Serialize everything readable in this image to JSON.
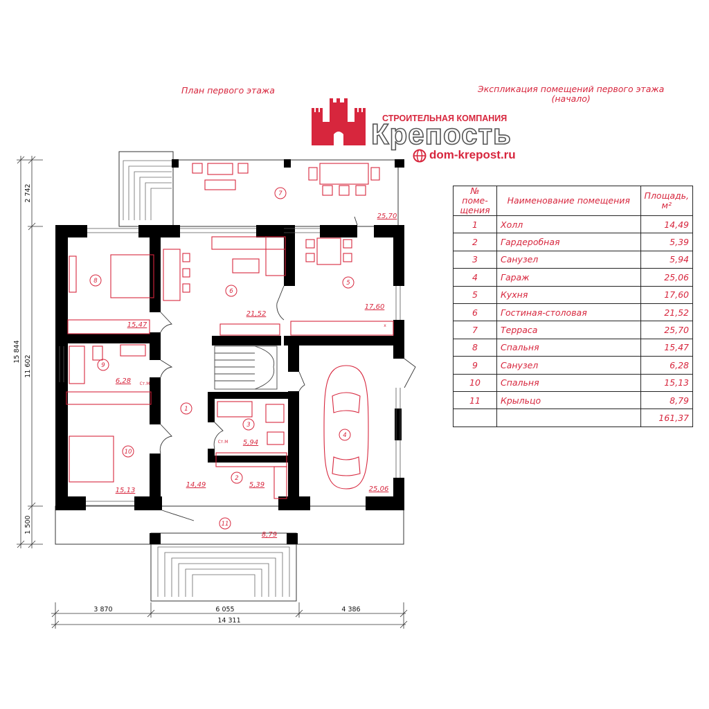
{
  "titles": {
    "plan": "План первого этажа",
    "explication": "Экспликация помещений первого этажа",
    "explication_sub": "(начало)"
  },
  "logo": {
    "company": "СТРОИТЕЛЬНАЯ КОМПАНИЯ",
    "name": "Крепость",
    "site": "dom-krepost.ru",
    "colors": {
      "brand_red": "#d7263d",
      "outline": "#555555"
    }
  },
  "table": {
    "headers": {
      "number": "№ поме-щения",
      "name": "Наименование помещения",
      "area": "Площадь, м²"
    },
    "rows": [
      {
        "n": "1",
        "name": "Холл",
        "area": "14,49"
      },
      {
        "n": "2",
        "name": "Гардеробная",
        "area": "5,39"
      },
      {
        "n": "3",
        "name": "Санузел",
        "area": "5,94"
      },
      {
        "n": "4",
        "name": "Гараж",
        "area": "25,06"
      },
      {
        "n": "5",
        "name": "Кухня",
        "area": "17,60"
      },
      {
        "n": "6",
        "name": "Гостиная-столовая",
        "area": "21,52"
      },
      {
        "n": "7",
        "name": "Терраса",
        "area": "25,70"
      },
      {
        "n": "8",
        "name": "Спальня",
        "area": "15,47"
      },
      {
        "n": "9",
        "name": "Санузел",
        "area": "6,28"
      },
      {
        "n": "10",
        "name": "Спальня",
        "area": "15,13"
      },
      {
        "n": "11",
        "name": "Крыльцо",
        "area": "8,79"
      }
    ],
    "total": "161,37"
  },
  "rooms": [
    {
      "n": "1",
      "area": "14,49"
    },
    {
      "n": "2",
      "area": "5,39"
    },
    {
      "n": "3",
      "area": "5,94"
    },
    {
      "n": "4",
      "area": "25,06"
    },
    {
      "n": "5",
      "area": "17,60"
    },
    {
      "n": "6",
      "area": "21,52"
    },
    {
      "n": "7",
      "area": "25,70"
    },
    {
      "n": "8",
      "area": "15,47"
    },
    {
      "n": "9",
      "area": "6,28"
    },
    {
      "n": "10",
      "area": "15,13"
    },
    {
      "n": "11",
      "area": "8,79"
    }
  ],
  "wc_tags": {
    "a": "Ст.М",
    "b": "Ст.М",
    "c": "x"
  },
  "dimensions": {
    "bottom": [
      "3 870",
      "6 055",
      "4 386"
    ],
    "bottom_total": "14 311",
    "left": [
      "2 742",
      "11 602",
      "1 500"
    ],
    "left_total": "15 844"
  },
  "colors": {
    "walls": "#000000",
    "furniture": "#d7263d",
    "lines": "#333333"
  }
}
